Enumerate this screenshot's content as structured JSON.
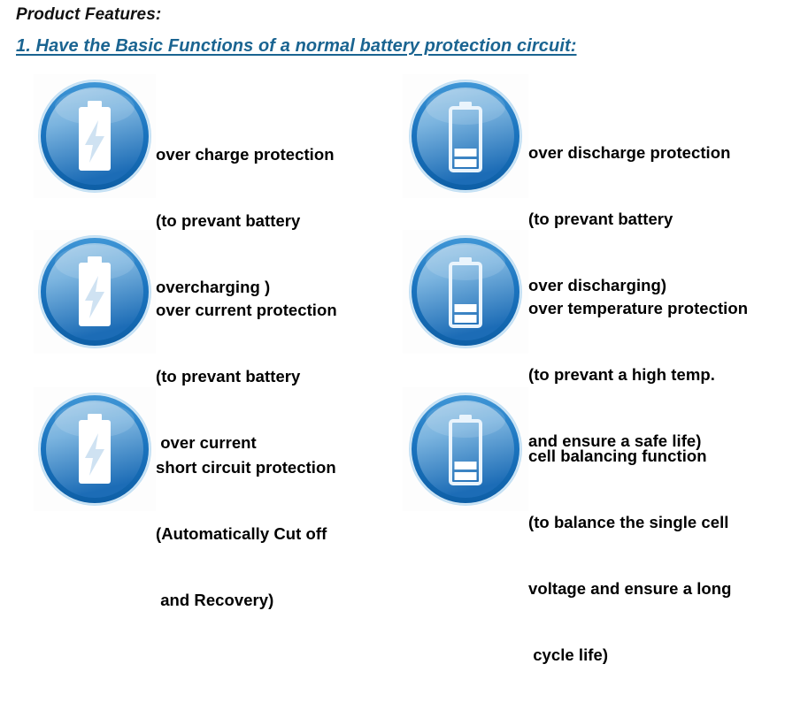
{
  "headings": {
    "title": "Product Features:",
    "section": "1. Have the Basic Functions of a normal battery protection circuit:"
  },
  "colors": {
    "section_heading": "#1a6491",
    "icon_ring_outer": "#1b74bf",
    "icon_ring_inner": "#2f86cc",
    "icon_face_top": "#85b8e0",
    "icon_face_bottom": "#1f6fba",
    "icon_glyph": "#ffffff",
    "body_text": "#000000",
    "page_background": "#ffffff"
  },
  "features": [
    {
      "id": "over-charge-protection",
      "icon": "battery-bolt-icon",
      "icon_kind": "bolt",
      "lines": [
        "over charge protection",
        "(to prevant battery",
        "overcharging )"
      ]
    },
    {
      "id": "over-discharge-protection",
      "icon": "battery-low-icon",
      "icon_kind": "low",
      "lines": [
        "over discharge protection",
        "(to prevant battery",
        "over discharging)"
      ]
    },
    {
      "id": "over-current-protection",
      "icon": "battery-bolt-icon",
      "icon_kind": "bolt",
      "lines": [
        "over current protection",
        "(to prevant battery",
        " over current"
      ]
    },
    {
      "id": "over-temperature-protection",
      "icon": "battery-low-icon",
      "icon_kind": "low",
      "lines": [
        "over temperature protection",
        "(to prevant a high temp.",
        "and ensure a safe life)"
      ]
    },
    {
      "id": "short-circuit-protection",
      "icon": "battery-bolt-icon",
      "icon_kind": "bolt",
      "lines": [
        "short circuit protection",
        "(Automatically Cut off",
        " and Recovery)"
      ]
    },
    {
      "id": "cell-balancing-function",
      "icon": "battery-low-icon",
      "icon_kind": "low",
      "lines": [
        "cell balancing function",
        "(to balance the single cell",
        "voltage and ensure a long",
        " cycle life)"
      ]
    }
  ]
}
